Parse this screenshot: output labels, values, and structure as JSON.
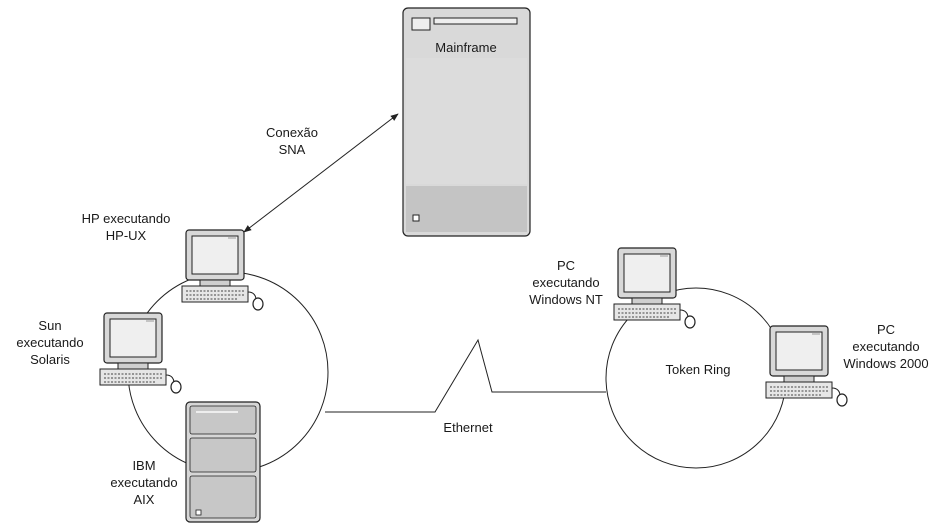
{
  "labels": {
    "mainframe": "Mainframe",
    "sna_line1": "Conexão",
    "sna_line2": "SNA",
    "hp_line1": "HP executando",
    "hp_line2": "HP-UX",
    "sun_line1": "Sun",
    "sun_line2": "executando",
    "sun_line3": "Solaris",
    "ibm_line1": "IBM",
    "ibm_line2": "executando",
    "ibm_line3": "AIX",
    "ethernet": "Ethernet",
    "token_ring": "Token Ring",
    "pcnt_line1": "PC",
    "pcnt_line2": "executando",
    "pcnt_line3": "Windows NT",
    "pc2000_line1": "PC",
    "pc2000_line2": "executando",
    "pc2000_line3": "Windows 2000"
  },
  "colors": {
    "line": "#222222",
    "server_fill": "#d4d4d4",
    "server_panel": "#bdbdbd",
    "screen_fill": "#efefef"
  }
}
